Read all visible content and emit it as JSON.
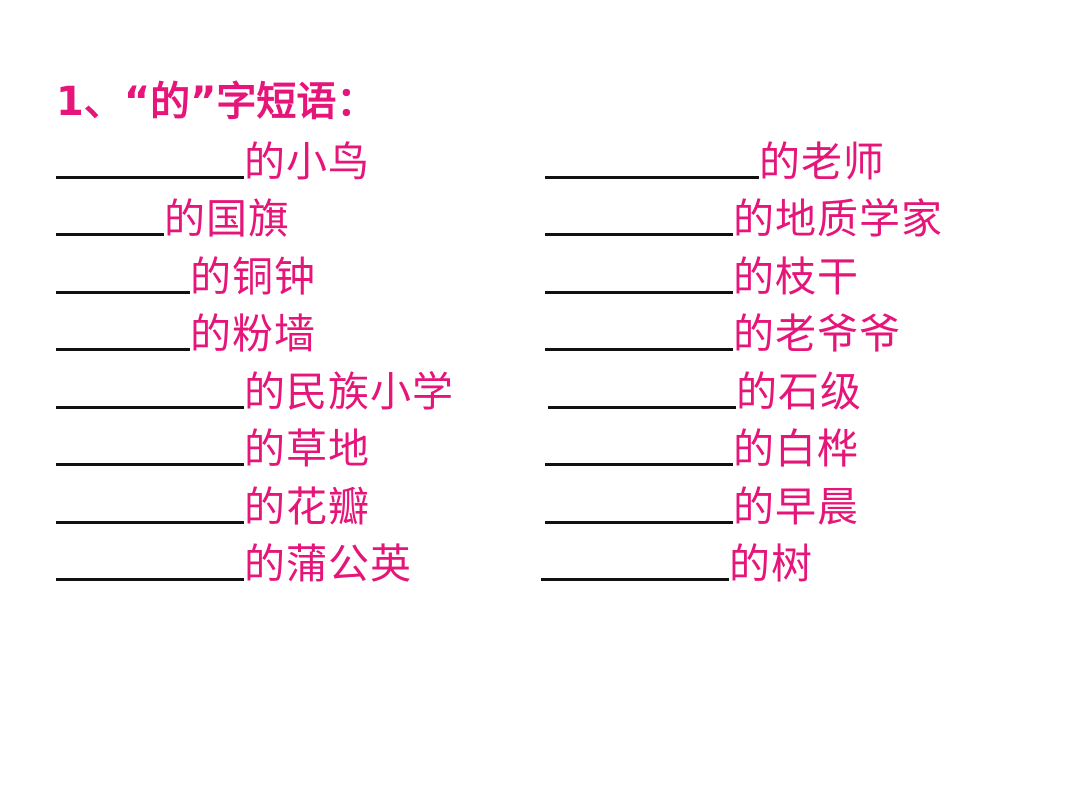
{
  "title": "1、“的”字短语：",
  "left_column": [
    {
      "text": "的小鸟"
    },
    {
      "text": "的国旗"
    },
    {
      "text": "的铜钟"
    },
    {
      "text": "的粉墙"
    },
    {
      "text": "的民族小学"
    },
    {
      "text": "的草地"
    },
    {
      "text": "的花瓣"
    },
    {
      "text": "的蒲公英"
    }
  ],
  "right_column": [
    {
      "text": "的老师"
    },
    {
      "text": "的地质学家"
    },
    {
      "text": "的枝干"
    },
    {
      "text": "的老爷爷"
    },
    {
      "text": "的石级"
    },
    {
      "text": "的白桦"
    },
    {
      "text": "的早晨"
    },
    {
      "text": "的树"
    }
  ],
  "colors": {
    "text": "#e6157a",
    "blank_line": "#111111",
    "background": "#ffffff"
  }
}
